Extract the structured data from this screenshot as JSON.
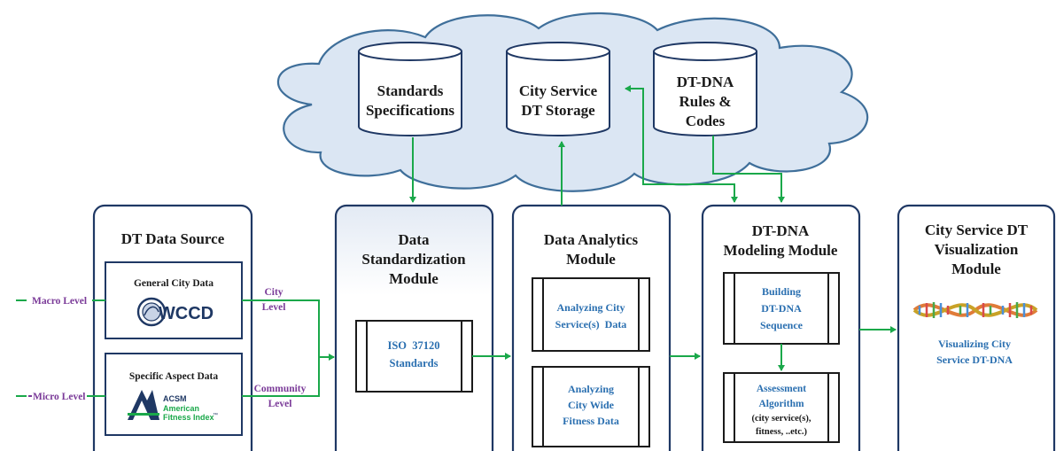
{
  "cloud": {
    "db_standards": [
      "Standards",
      "Specifications"
    ],
    "db_city_service": [
      "City Service",
      "DT Storage"
    ],
    "db_dtdna_rules": [
      "DT-DNA",
      "Rules &",
      "Codes"
    ]
  },
  "source": {
    "title": "DT Data Source",
    "general_label": "General City Data",
    "general_logo": "WCCD",
    "specific_label": "Specific Aspect Data",
    "acsm_logo": [
      "ACSM",
      "American",
      "Fitness Index"
    ],
    "acsm_tm": "™",
    "macro_label": "Macro Level",
    "micro_label": "Micro Level",
    "city_level": [
      "City",
      "Level"
    ],
    "community_level": [
      "Community",
      "Level"
    ]
  },
  "standardization": {
    "title": [
      "Data",
      "Standardization",
      "Module"
    ],
    "box": [
      "ISO  37120",
      "Standards"
    ]
  },
  "analytics": {
    "title": [
      "Data Analytics",
      "Module"
    ],
    "box1": [
      "Analyzing City",
      "Service(s)  Data"
    ],
    "box2": [
      "Analyzing",
      "City Wide",
      "Fitness Data"
    ]
  },
  "modeling": {
    "title": [
      "DT-DNA",
      "Modeling Module"
    ],
    "box1": [
      "Building",
      "DT-DNA",
      "Sequence"
    ],
    "box2": [
      "Assessment",
      "Algorithm",
      "(city service(s),",
      "fitness, ..etc.)"
    ]
  },
  "visualization": {
    "title": [
      "City Service DT",
      "Visualization",
      "Module"
    ],
    "caption": [
      "Visualizing City",
      "Service DT-DNA"
    ]
  },
  "colors": {
    "cloud_fill": "#dbe6f3",
    "cloud_stroke": "#3f6f9a",
    "module_stroke": "#1f3864",
    "arrow": "#1aa84a",
    "blue_text": "#2a6fb0",
    "purple_text": "#7a3a98"
  }
}
